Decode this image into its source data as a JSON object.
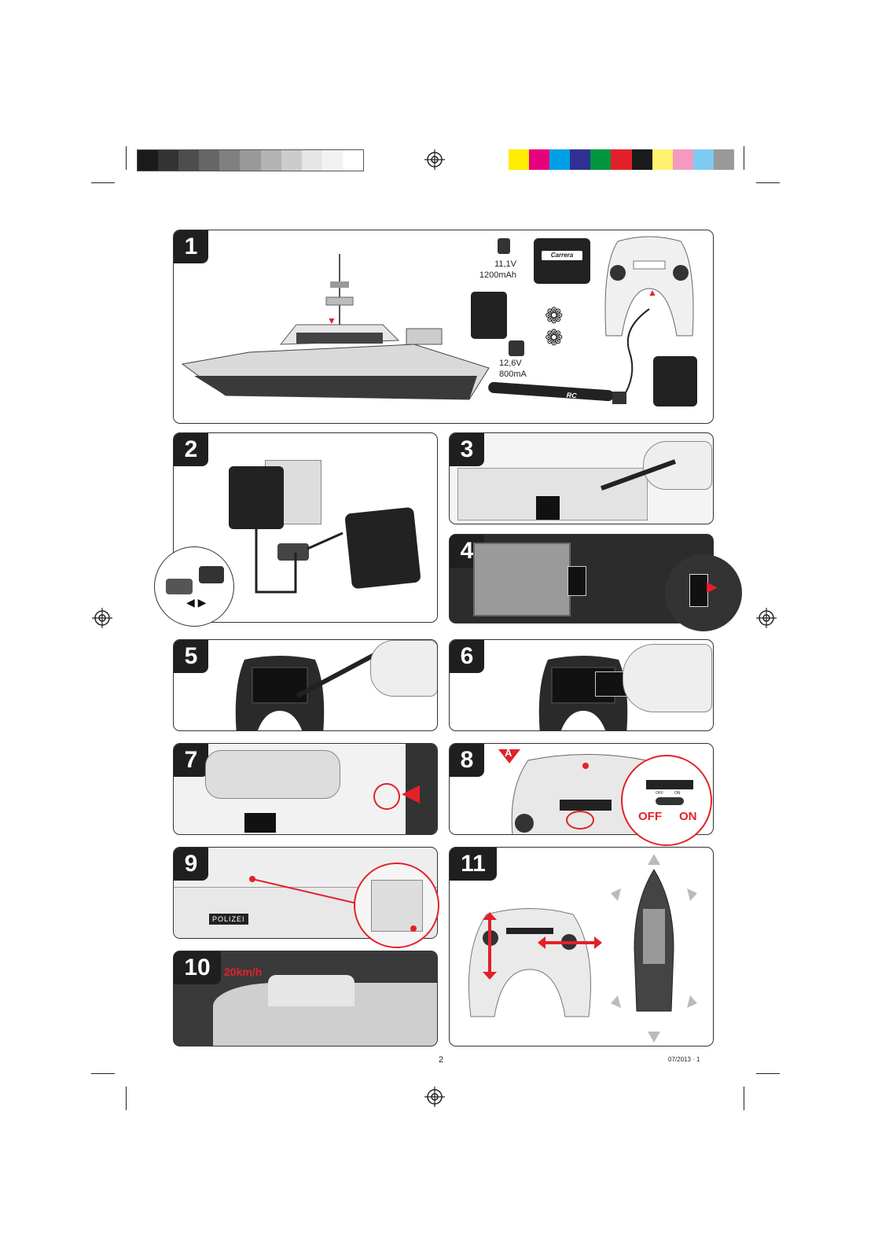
{
  "colors": {
    "accent_red": "#e3202a",
    "panel_dark": "#1f1f1f",
    "grey_scale": [
      "#1a1a1a",
      "#333333",
      "#4d4d4d",
      "#666666",
      "#808080",
      "#999999",
      "#b3b3b3",
      "#cccccc",
      "#e6e6e6",
      "#f2f2f2",
      "#ffffff"
    ],
    "color_bar": [
      "#ffec00",
      "#e5007e",
      "#009fe3",
      "#2e3192",
      "#00963f",
      "#e3202a",
      "#1a1a1a",
      "#fff26e",
      "#f49ac1",
      "#7ecbf1",
      "#999999"
    ]
  },
  "icons": [
    "registration-mark-icon",
    "arrow-down-icon",
    "arrow-up-icon",
    "triangle-pointer-icon"
  ],
  "steps": {
    "s1": "1",
    "s2": "2",
    "s3": "3",
    "s4": "4",
    "s5": "5",
    "s6": "6",
    "s7": "7",
    "s8": "8",
    "s9": "9",
    "s10": "10",
    "s11": "11"
  },
  "panel1": {
    "battery_voltage": "11,1V",
    "battery_capacity": "1200mAh",
    "charger_voltage": "12,6V",
    "charger_current": "800mA",
    "brand": "Carrera",
    "rc": "RC"
  },
  "panel8": {
    "marker": "A",
    "off": "OFF",
    "on": "ON",
    "off_small": "OFF",
    "on_small": "ON"
  },
  "panel9": {
    "boat_label": "POLIZEI"
  },
  "panel10": {
    "speed": "20km/h"
  },
  "footer": {
    "page_number": "2",
    "date_code": "07/2013 · 1"
  }
}
